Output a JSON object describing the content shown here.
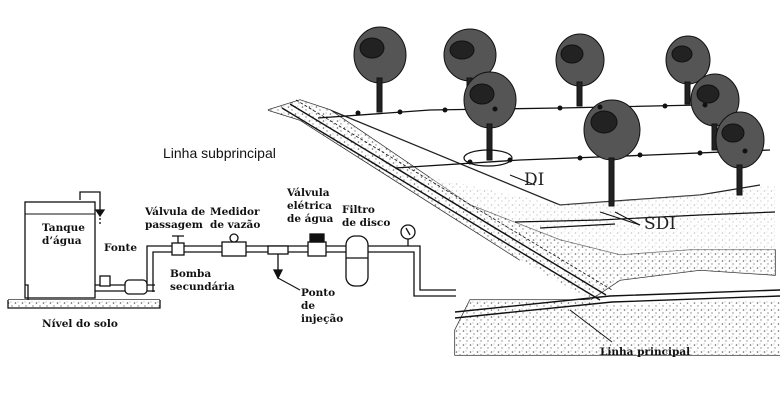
{
  "labels": {
    "tanque_agua": [
      "Tanque",
      "d’água"
    ],
    "fonte": "Fonte",
    "valvula_passagem": [
      "Válvula  de",
      "passagem"
    ],
    "medidor_vazao": [
      "Medidor",
      "de vazão"
    ],
    "valvula_eletrica": [
      "Válvula",
      "elétrica",
      "de água"
    ],
    "filtro_disco": [
      "Filtro",
      "de disco"
    ],
    "bomba_secundaria": [
      "Bomba",
      "secundária"
    ],
    "ponto_injecao": [
      "Ponto",
      "de",
      "injeção"
    ],
    "nivel_solo": "Nível do solo",
    "linha_subprincipal": "Linha subprincipal",
    "linha_principal": "Linha principal",
    "di": "DI",
    "sdi": "SDI"
  }
}
